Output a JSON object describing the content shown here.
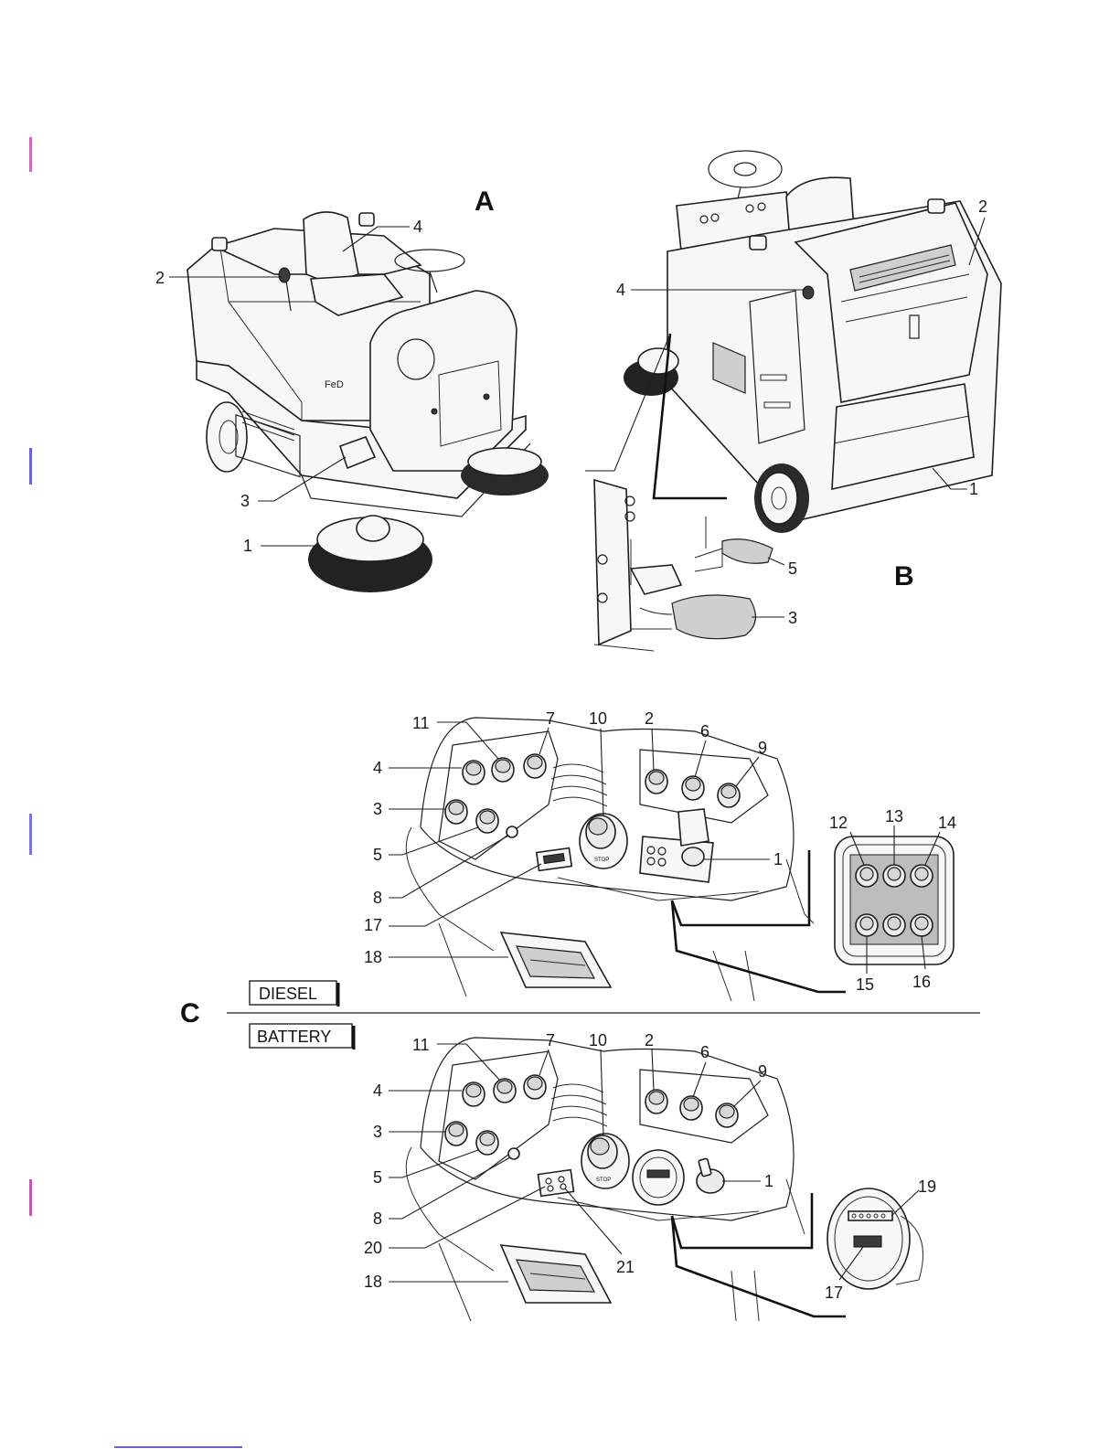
{
  "figures": {
    "a": {
      "title": "A",
      "callouts": [
        "1",
        "2",
        "3",
        "4"
      ]
    },
    "b": {
      "title": "B",
      "callouts": [
        "1",
        "2",
        "3",
        "4",
        "5"
      ]
    },
    "c": {
      "title": "C",
      "diesel": {
        "tag": "DIESEL",
        "callouts": [
          "11",
          "7",
          "10",
          "2",
          "6",
          "9",
          "4",
          "3",
          "5",
          "8",
          "17",
          "18",
          "1"
        ],
        "inset_callouts": [
          "12",
          "13",
          "14",
          "15",
          "16"
        ]
      },
      "battery": {
        "tag": "BATTERY",
        "callouts": [
          "11",
          "7",
          "10",
          "2",
          "6",
          "9",
          "4",
          "3",
          "5",
          "8",
          "20",
          "18",
          "21",
          "1"
        ],
        "inset_callouts": [
          "19",
          "17"
        ]
      }
    }
  },
  "colors": {
    "line": "#1e1e1e",
    "paper": "#ffffff",
    "edge_marks": [
      "#6b63c9",
      "#c46fb8",
      "#7d74d0",
      "#b85fa8"
    ]
  }
}
